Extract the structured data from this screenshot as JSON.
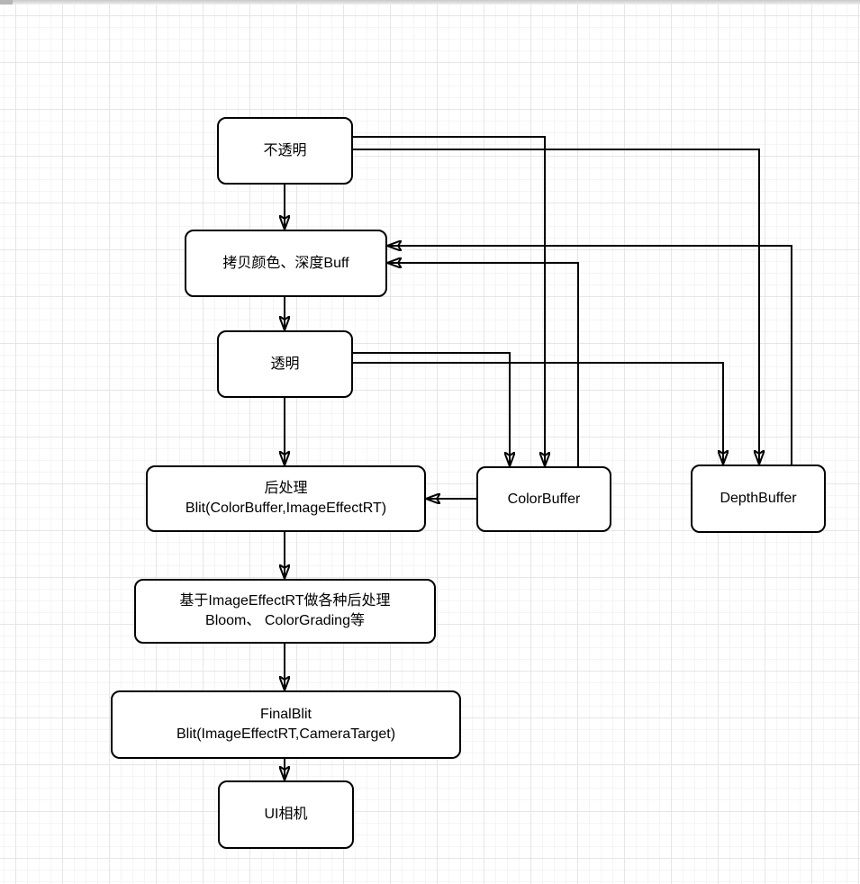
{
  "canvas": {
    "background_color": "#ffffff",
    "grid_minor_color": "#f5f5f5",
    "grid_major_color": "#e6e6e6",
    "top_edge_color": "#c9c9c9"
  },
  "diagram": {
    "stroke_color": "#000000",
    "node_fill_color": "#ffffff",
    "text_color": "#000000",
    "nodes": [
      {
        "id": "opaque",
        "label": "不透明"
      },
      {
        "id": "copy-buffers",
        "label": "拷贝颜色、深度Buff"
      },
      {
        "id": "transparent",
        "label": "透明"
      },
      {
        "id": "post-process",
        "label": "后处理",
        "sublabel": "Blit(ColorBuffer,ImageEffectRT)"
      },
      {
        "id": "color-buffer",
        "label": "ColorBuffer"
      },
      {
        "id": "depth-buffer",
        "label": "DepthBuffer"
      },
      {
        "id": "image-effect",
        "label": "基于ImageEffectRT做各种后处理",
        "sublabel": "Bloom、 ColorGrading等"
      },
      {
        "id": "final-blit",
        "label": "FinalBlit",
        "sublabel": "Blit(ImageEffectRT,CameraTarget)"
      },
      {
        "id": "ui-camera",
        "label": "UI相机"
      }
    ],
    "edges": [
      {
        "from": "opaque",
        "to": "copy-buffers"
      },
      {
        "from": "copy-buffers",
        "to": "transparent"
      },
      {
        "from": "transparent",
        "to": "post-process"
      },
      {
        "from": "post-process",
        "to": "image-effect"
      },
      {
        "from": "image-effect",
        "to": "final-blit"
      },
      {
        "from": "final-blit",
        "to": "ui-camera"
      },
      {
        "from": "opaque",
        "to": "color-buffer"
      },
      {
        "from": "opaque",
        "to": "depth-buffer"
      },
      {
        "from": "transparent",
        "to": "color-buffer"
      },
      {
        "from": "transparent",
        "to": "depth-buffer"
      },
      {
        "from": "color-buffer",
        "to": "copy-buffers"
      },
      {
        "from": "depth-buffer",
        "to": "copy-buffers"
      },
      {
        "from": "color-buffer",
        "to": "post-process"
      }
    ]
  }
}
